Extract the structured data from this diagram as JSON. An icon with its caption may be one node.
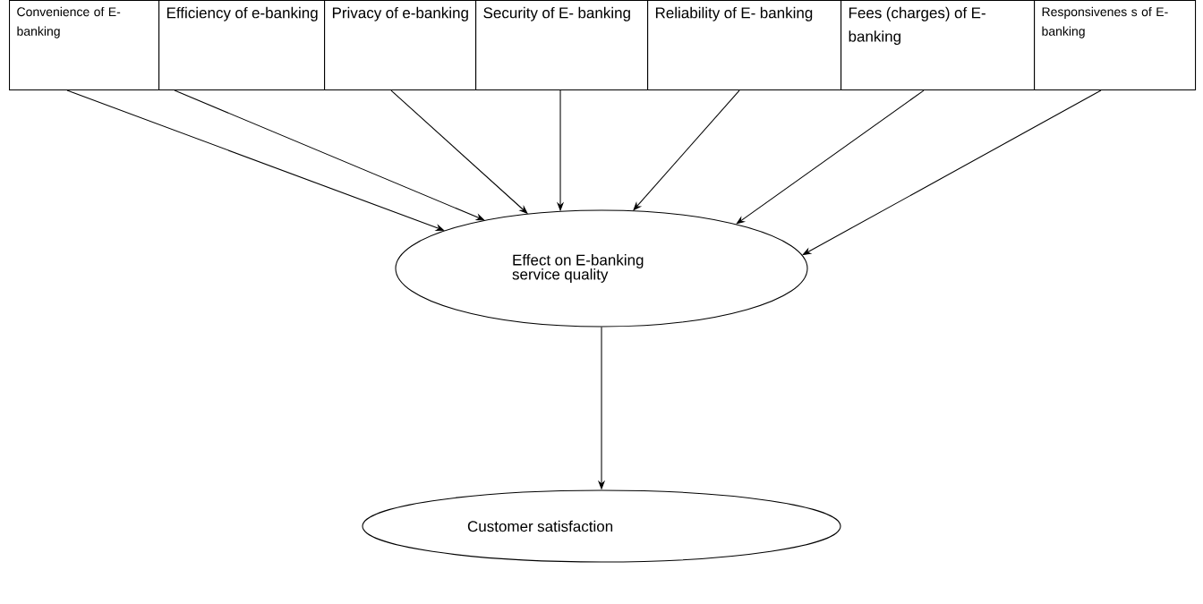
{
  "diagram": {
    "nodes": [
      {
        "text": [
          "Convenience of E-banking"
        ]
      },
      {
        "text": [
          "Efficiency of e-banking"
        ]
      },
      {
        "text": [
          "Privacy of e-banking"
        ]
      },
      {
        "text": [
          "Security of E- banking"
        ]
      },
      {
        "text": [
          "Reliability of E- banking"
        ]
      },
      {
        "text": [
          "Fees (charges) of E-banking"
        ]
      },
      {
        "text": [
          "Responsivenes s of E-banking"
        ]
      },
      {
        "text": [
          "Effect on E-banking service quality"
        ]
      },
      {
        "text": [
          "Customer satisfaction"
        ]
      }
    ],
    "edges": [
      {
        "from": 0,
        "to": 7,
        "arrow": "to"
      },
      {
        "from": 1,
        "to": 7,
        "arrow": "to"
      },
      {
        "from": 2,
        "to": 7,
        "arrow": "to"
      },
      {
        "from": 3,
        "to": 7,
        "arrow": "to"
      },
      {
        "from": 4,
        "to": 7,
        "arrow": "to"
      },
      {
        "from": 5,
        "to": 7,
        "arrow": "to"
      },
      {
        "from": 6,
        "to": 7,
        "arrow": "to"
      },
      {
        "from": 7,
        "to": 8,
        "arrow": "to"
      }
    ]
  }
}
